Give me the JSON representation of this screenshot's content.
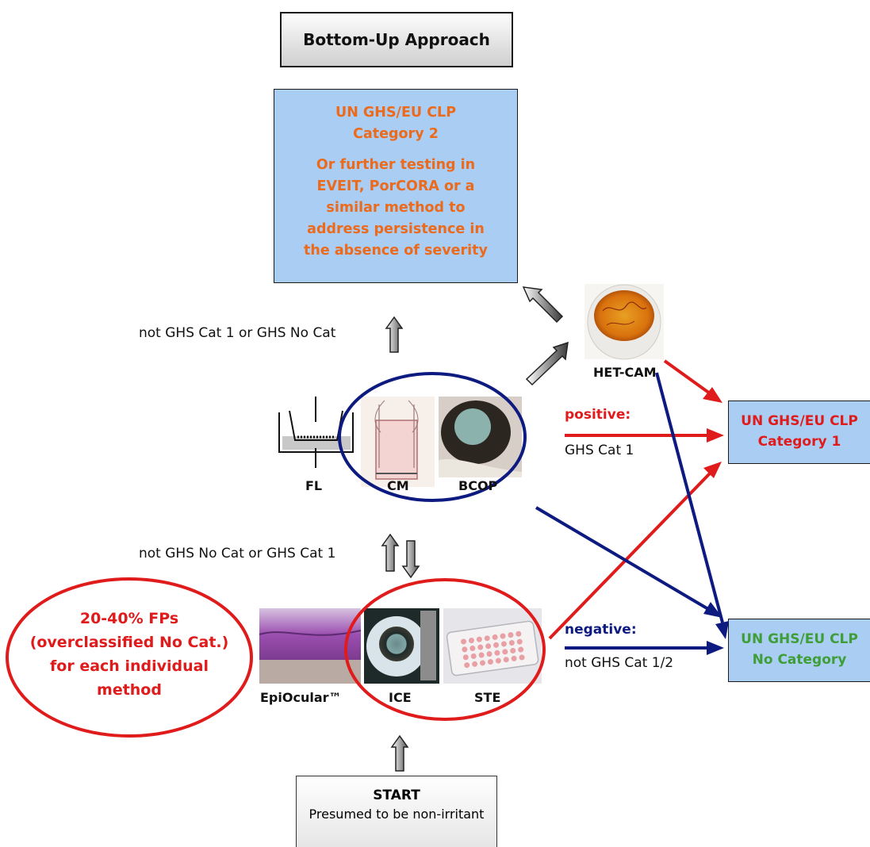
{
  "title": "Bottom-Up Approach",
  "top_result": {
    "line1": "UN GHS/EU CLP",
    "line2": "Category 2",
    "line3": "Or further testing in",
    "line4": "EVEIT, PorCORA or a",
    "line5": "similar method to",
    "line6": "address persistence in",
    "line7": "the absence of severity"
  },
  "cat1_result": {
    "line1": "UN GHS/EU CLP",
    "line2": "Category 1"
  },
  "nocat_result": {
    "line1": "UN GHS/EU CLP",
    "line2": "No Category"
  },
  "labels": {
    "upper_arrow": "not GHS Cat 1 or GHS No Cat",
    "middle_arrow": "not GHS No Cat or GHS Cat 1",
    "positive_head": "positive:",
    "positive_sub": "GHS Cat 1",
    "negative_head": "negative:",
    "negative_sub": "not GHS Cat 1/2"
  },
  "methods": {
    "het_cam": "HET-CAM",
    "fl": "FL",
    "cm": "CM",
    "bcop": "BCOP",
    "epiocular": "EpiOcular™",
    "ice": "ICE",
    "ste": "STE"
  },
  "fp_note": {
    "line1": "20-40% FPs",
    "line2": "(overclassified No Cat.)",
    "line3": "for each individual",
    "line4": "method"
  },
  "start": {
    "title": "START",
    "subtitle": "Presumed to be non-irritant"
  },
  "colors": {
    "red": "#e01b1b",
    "navy": "#0d1a80",
    "orange": "#ec6a1c",
    "green": "#3f9e38",
    "box_blue": "#a9cdf3"
  }
}
